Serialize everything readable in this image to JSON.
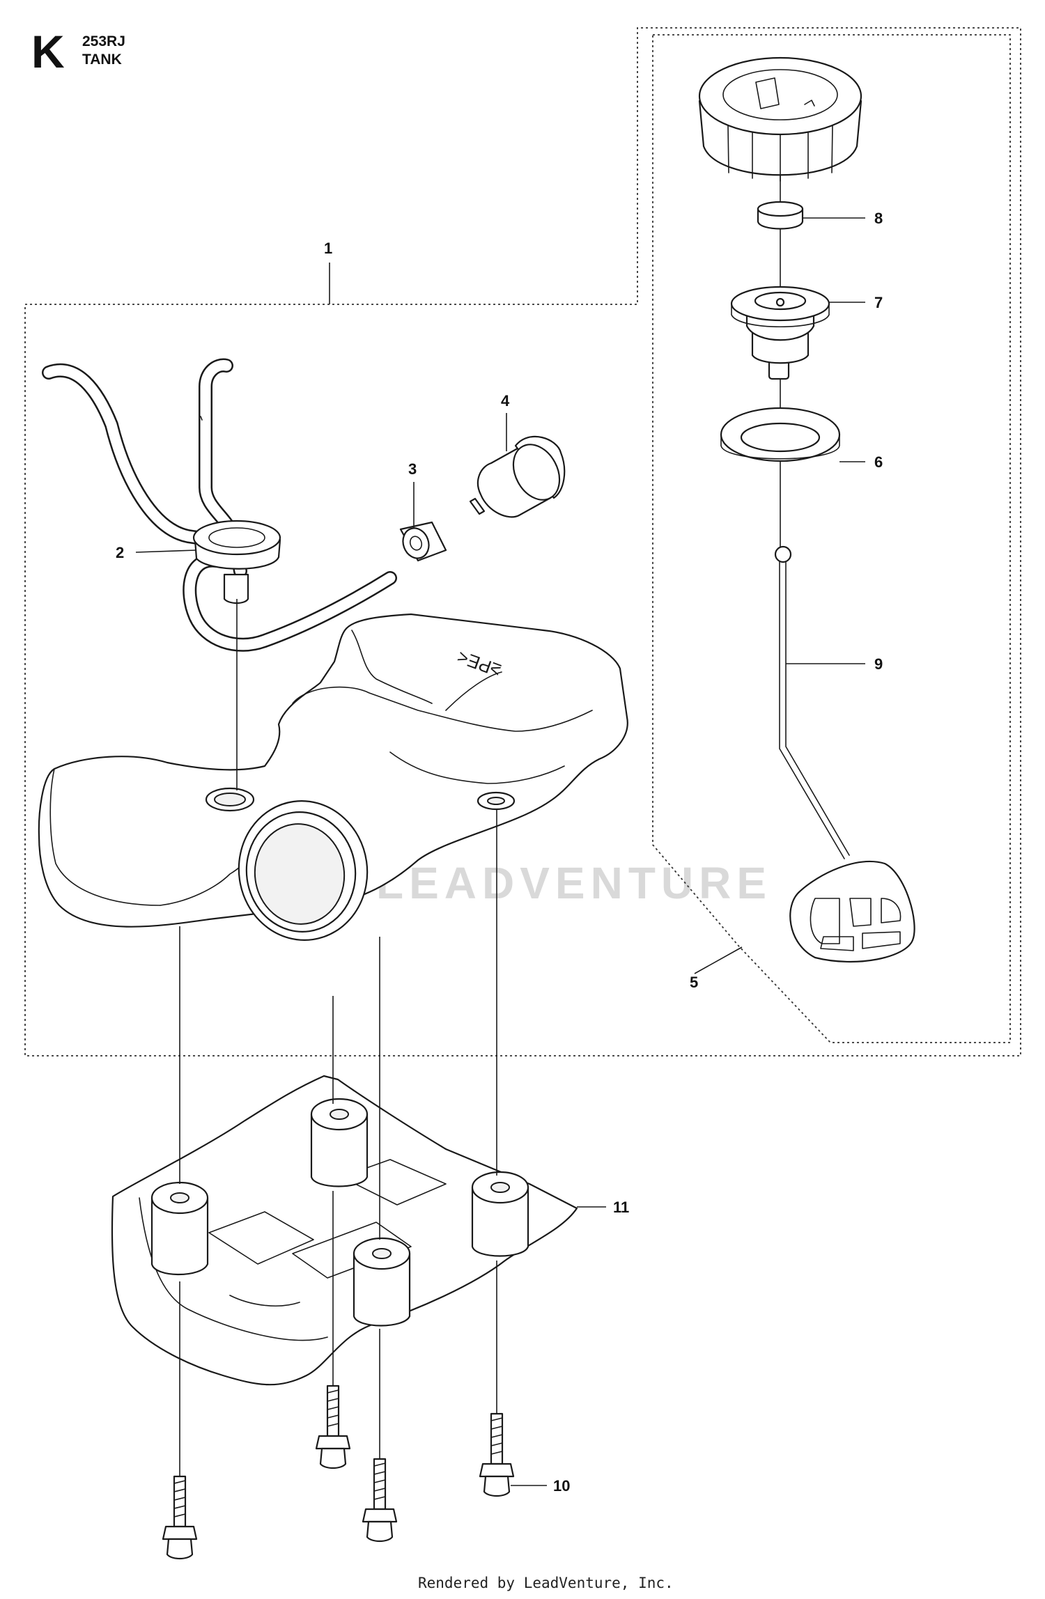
{
  "header": {
    "section_letter": "K",
    "model": "253RJ",
    "title": "TANK"
  },
  "callouts": [
    {
      "number": "1",
      "name": "callout-1"
    },
    {
      "number": "2",
      "name": "callout-2"
    },
    {
      "number": "3",
      "name": "callout-3"
    },
    {
      "number": "4",
      "name": "callout-4"
    },
    {
      "number": "5",
      "name": "callout-5"
    },
    {
      "number": "6",
      "name": "callout-6"
    },
    {
      "number": "7",
      "name": "callout-7"
    },
    {
      "number": "8",
      "name": "callout-8"
    },
    {
      "number": "9",
      "name": "callout-9"
    },
    {
      "number": "10",
      "name": "callout-10"
    },
    {
      "number": "11",
      "name": "callout-11"
    }
  ],
  "tank_marking": "≥PE<",
  "watermark": "LEADVENTURE",
  "footer": "Rendered by LeadVenture, Inc."
}
